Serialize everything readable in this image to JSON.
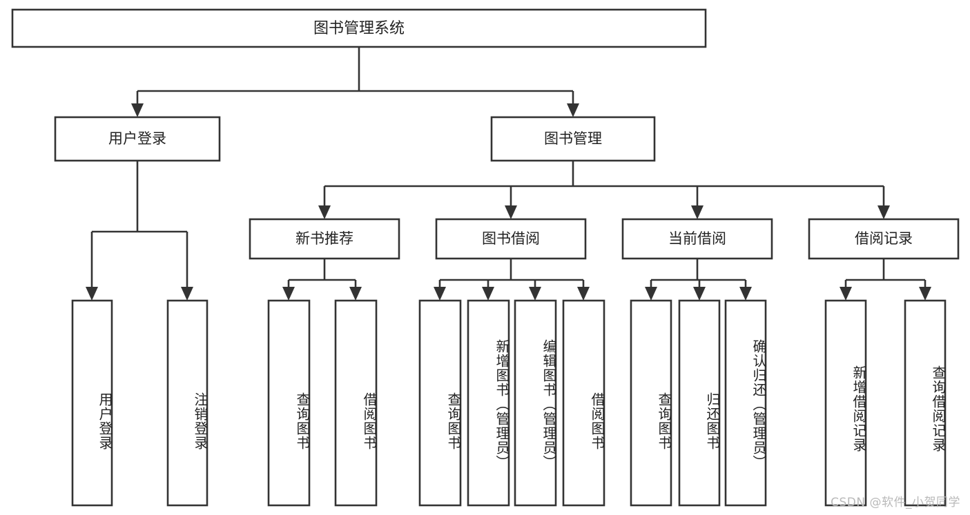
{
  "diagram": {
    "title": "图书管理系统",
    "watermark": "CSDN @软件_小贺同学",
    "type": "hierarchy-tree",
    "levels": 4,
    "root": {
      "id": "root",
      "label": "图书管理系统"
    },
    "level2": [
      {
        "id": "user-login",
        "label": "用户登录"
      },
      {
        "id": "book-management",
        "label": "图书管理"
      }
    ],
    "level3": [
      {
        "id": "new-book-recommend",
        "label": "新书推荐",
        "parent": "book-management"
      },
      {
        "id": "book-borrow",
        "label": "图书借阅",
        "parent": "book-management"
      },
      {
        "id": "current-borrow",
        "label": "当前借阅",
        "parent": "book-management"
      },
      {
        "id": "borrow-record",
        "label": "借阅记录",
        "parent": "book-management"
      }
    ],
    "leaves": {
      "user-login": [
        {
          "id": "leaf-user-login",
          "label": "用户登录"
        },
        {
          "id": "leaf-logout-login",
          "label": "注销登录"
        }
      ],
      "new-book-recommend": [
        {
          "id": "leaf-query-book-1",
          "label": "查询图书"
        },
        {
          "id": "leaf-borrow-book-1",
          "label": "借阅图书"
        }
      ],
      "book-borrow": [
        {
          "id": "leaf-query-book-2",
          "label": "查询图书"
        },
        {
          "id": "leaf-add-book",
          "label": "新增图书（管理员）"
        },
        {
          "id": "leaf-edit-book",
          "label": "编辑图书（管理员）"
        },
        {
          "id": "leaf-borrow-book-2",
          "label": "借阅图书"
        }
      ],
      "current-borrow": [
        {
          "id": "leaf-query-book-3",
          "label": "查询图书"
        },
        {
          "id": "leaf-return-book",
          "label": "归还图书"
        },
        {
          "id": "leaf-confirm-return",
          "label": "确认归还（管理员）"
        }
      ],
      "borrow-record": [
        {
          "id": "leaf-add-record",
          "label": "新增借阅记录"
        },
        {
          "id": "leaf-query-record",
          "label": "查询借阅记录"
        }
      ]
    },
    "colors": {
      "box_border": "#333333",
      "box_fill": "#ffffff",
      "connector": "#333333",
      "text": "#222222",
      "watermark": "#b9b9b9",
      "background": "#ffffff"
    }
  }
}
